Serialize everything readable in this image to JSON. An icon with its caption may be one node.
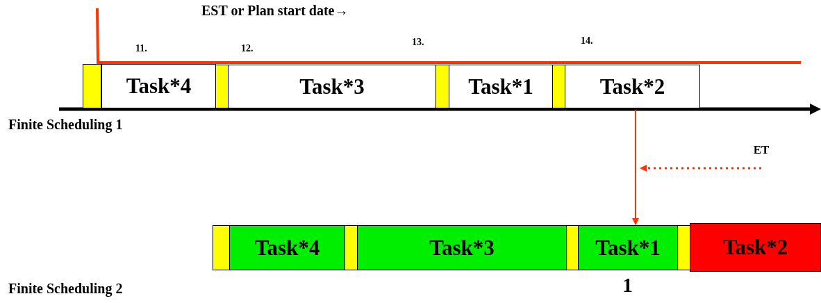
{
  "diagram": {
    "nodes": [
      {
        "text": [],
        "shape": "bar"
      },
      {
        "text": [
          "Task*4"
        ]
      },
      {
        "text": [],
        "shape": "bar"
      },
      {
        "text": [
          "Task*3"
        ]
      },
      {
        "text": [],
        "shape": "bar"
      },
      {
        "text": [
          "Task*1"
        ]
      },
      {
        "text": [],
        "shape": "bar"
      },
      {
        "text": [
          "Task*2"
        ]
      },
      {
        "text": [
          "ET"
        ]
      },
      {
        "text": [],
        "shape": "bar"
      },
      {
        "text": [
          "Task*4"
        ]
      },
      {
        "text": [],
        "shape": "bar"
      },
      {
        "text": [
          "Task*3"
        ]
      },
      {
        "text": [],
        "shape": "bar"
      },
      {
        "text": [
          "Task*1"
        ]
      },
      {
        "text": [],
        "shape": "bar"
      },
      {
        "text": [
          "Task*2"
        ]
      }
    ],
    "edges": [
      {
        "from": 7,
        "to": 14,
        "arrow": "to",
        "color": "#ff3300"
      },
      {
        "from": 8,
        "to": null,
        "arrow": "to",
        "style": "dashed",
        "color": "#ff3300"
      }
    ],
    "labels": [
      "EST or Plan start date→",
      "11.",
      "12.",
      "13.",
      "14.",
      "Finite Scheduling 1",
      "1",
      "Finite Scheduling 2"
    ]
  }
}
